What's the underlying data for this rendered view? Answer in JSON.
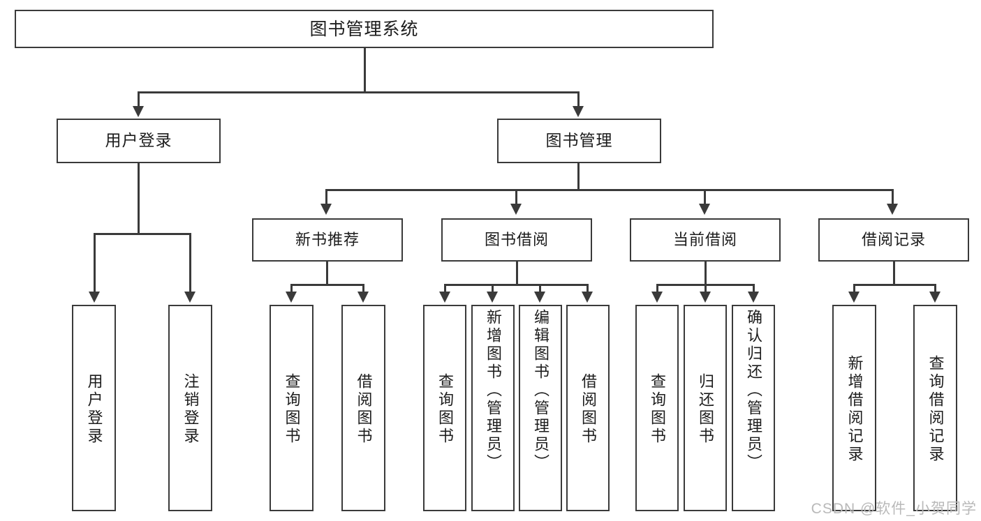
{
  "diagram": {
    "title": "图书管理系统",
    "watermark": "CSDN @软件_小贺同学",
    "accent_color": "#3a3a3a",
    "background_color": "#ffffff",
    "text_color": "#1c1c1c",
    "watermark_color": "#b9b9b9"
  },
  "root": {
    "label": "图书管理系统"
  },
  "level1": [
    {
      "label": "用户登录"
    },
    {
      "label": "图书管理"
    }
  ],
  "level2": [
    {
      "label": "新书推荐"
    },
    {
      "label": "图书借阅"
    },
    {
      "label": "当前借阅"
    },
    {
      "label": "借阅记录"
    }
  ],
  "leaves": {
    "user_login": [
      {
        "label": "用户登录"
      },
      {
        "label": "注销登录"
      }
    ],
    "new_book_recommend": [
      {
        "label": "查询图书"
      },
      {
        "label": "借阅图书"
      }
    ],
    "book_borrow": [
      {
        "label": "查询图书"
      },
      {
        "label": "新增图书（管理员）"
      },
      {
        "label": "编辑图书（管理员）"
      },
      {
        "label": "借阅图书"
      }
    ],
    "current_borrow": [
      {
        "label": "查询图书"
      },
      {
        "label": "归还图书"
      },
      {
        "label": "确认归还（管理员）"
      }
    ],
    "borrow_record": [
      {
        "label": "新增借阅记录"
      },
      {
        "label": "查询借阅记录"
      }
    ]
  }
}
